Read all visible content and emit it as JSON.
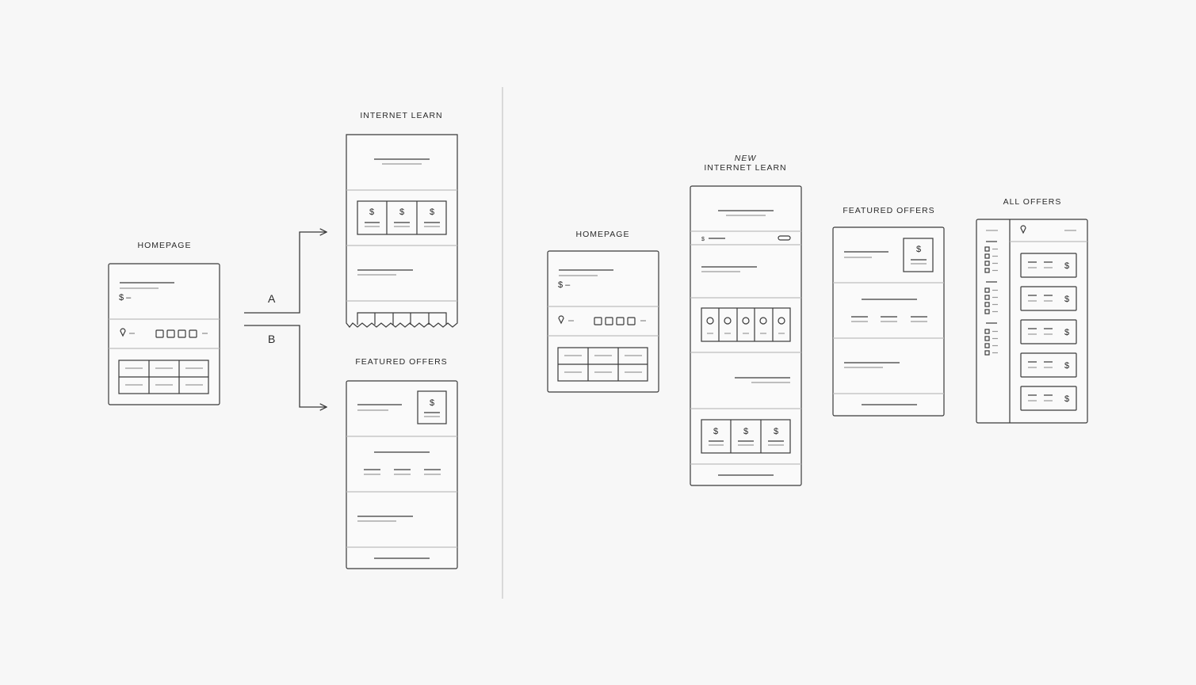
{
  "left": {
    "homepage_label": "HOMEPAGE",
    "internet_learn_label": "INTERNET LEARN",
    "featured_offers_label": "FEATURED OFFERS",
    "branch_a": "A",
    "branch_b": "B"
  },
  "right": {
    "homepage_label": "HOMEPAGE",
    "new_tag": "NEW",
    "internet_learn_label": "INTERNET LEARN",
    "featured_offers_label": "FEATURED OFFERS",
    "all_offers_label": "ALL OFFERS"
  },
  "glyphs": {
    "dollar": "$",
    "dollar_dash": "$ –"
  },
  "colors": {
    "background": "#f7f7f7",
    "stroke": "#3a3a3a",
    "light_stroke": "#8a8a8a",
    "divider": "#cfcfcf"
  }
}
